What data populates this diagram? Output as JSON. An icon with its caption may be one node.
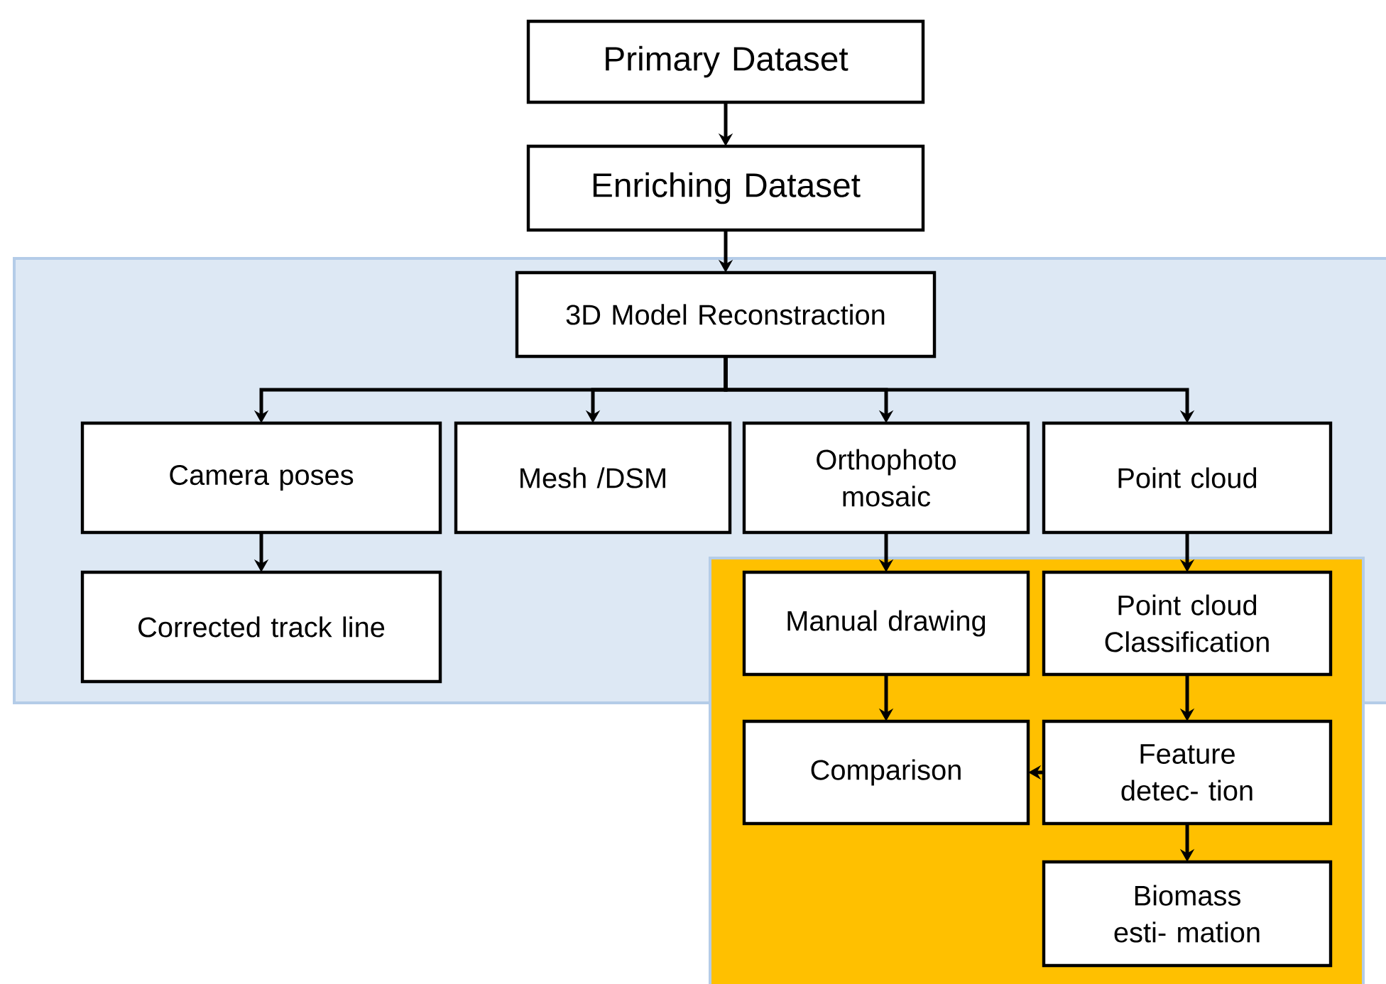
{
  "diagram": {
    "nodes": [
      {
        "text": [
          "Primary Dataset"
        ]
      },
      {
        "text": [
          "Enriching Dataset"
        ]
      },
      {
        "text": [],
        "shape": "box"
      },
      {
        "text": [
          "3D Model Reconstraction"
        ],
        "in": 2
      },
      {
        "text": [
          "Camera poses"
        ],
        "in": 2
      },
      {
        "text": [
          "Mesh /DSM"
        ],
        "in": 2
      },
      {
        "text": [
          "Orthophoto mosaic"
        ],
        "in": 2
      },
      {
        "text": [
          "Point cloud"
        ],
        "in": 2
      },
      {
        "text": [
          "Corrected track line"
        ],
        "in": 2
      },
      {
        "text": [],
        "shape": "box"
      },
      {
        "text": [
          "Manual drawing"
        ]
      },
      {
        "text": [
          "Point cloud Classification"
        ]
      },
      {
        "text": [
          "Comparison"
        ],
        "in": 9
      },
      {
        "text": [
          "Feature detec- tion"
        ],
        "in": 9
      },
      {
        "text": [
          "Biomass esti- mation"
        ],
        "in": 9
      }
    ],
    "edges": [
      {
        "from": 0,
        "to": 1,
        "arrow": "to"
      },
      {
        "from": 1,
        "to": 3,
        "arrow": "to"
      },
      {
        "from": 3,
        "to": 4,
        "arrow": "to"
      },
      {
        "from": 3,
        "to": 5,
        "arrow": "to"
      },
      {
        "from": 3,
        "to": 6,
        "arrow": "to"
      },
      {
        "from": 3,
        "to": 7,
        "arrow": "to"
      },
      {
        "from": 4,
        "to": 8,
        "arrow": "to"
      },
      {
        "from": 6,
        "to": 10,
        "arrow": "to"
      },
      {
        "from": 7,
        "to": 11,
        "arrow": "to"
      },
      {
        "from": 10,
        "to": 12,
        "arrow": "to"
      },
      {
        "from": 11,
        "to": 13,
        "arrow": "to"
      },
      {
        "from": 13,
        "to": 12,
        "arrow": "to"
      },
      {
        "from": 13,
        "to": 14,
        "arrow": "to"
      }
    ]
  }
}
